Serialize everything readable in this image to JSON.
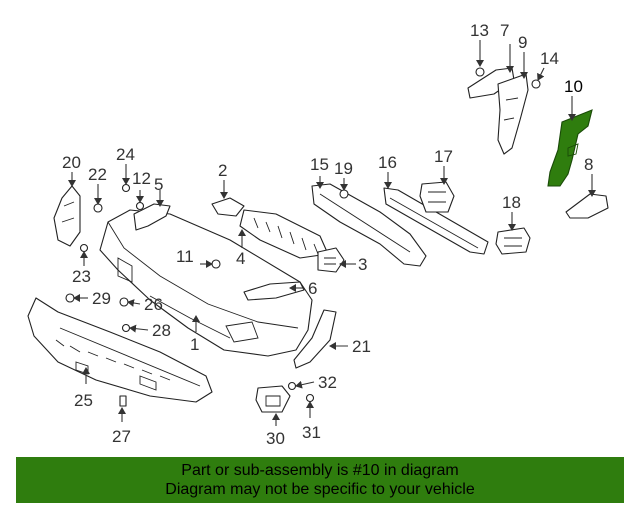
{
  "diagram": {
    "callouts": [
      "1",
      "2",
      "3",
      "4",
      "5",
      "6",
      "7",
      "8",
      "9",
      "10",
      "11",
      "12",
      "13",
      "14",
      "15",
      "16",
      "17",
      "18",
      "19",
      "20",
      "21",
      "22",
      "23",
      "24",
      "25",
      "26",
      "27",
      "28",
      "29",
      "30",
      "31",
      "32"
    ],
    "highlighted_part": "10",
    "highlight_color": "#2f7d0e"
  },
  "footer": {
    "line1": "Part or sub-assembly is #10 in diagram",
    "line2": "Diagram may not be specific to your vehicle",
    "background": "#2f7d0e"
  }
}
